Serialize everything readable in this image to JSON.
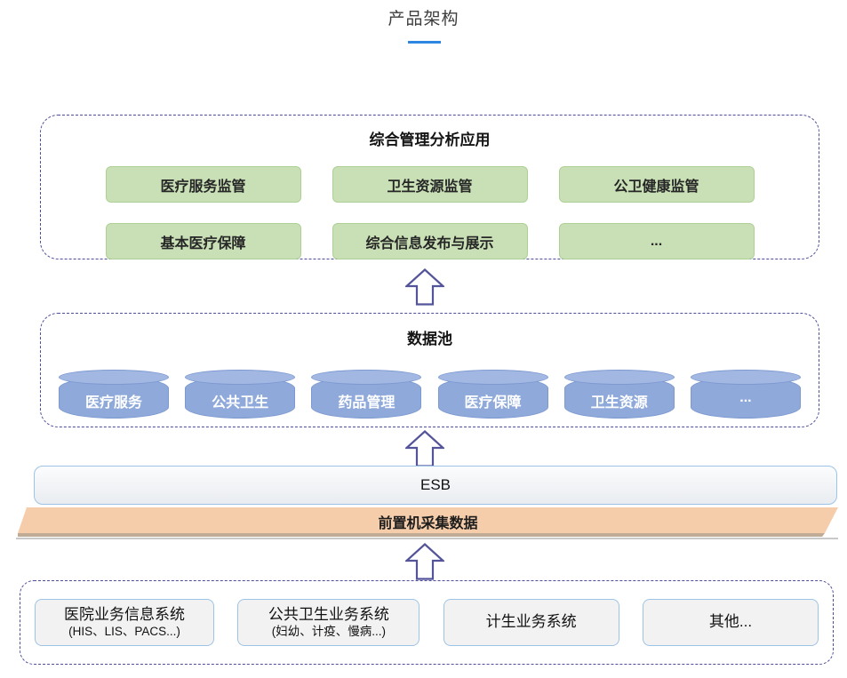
{
  "page": {
    "title": "产品架构"
  },
  "layers": {
    "app": {
      "title": "综合管理分析应用",
      "boxes_row1": [
        "医疗服务监管",
        "卫生资源监管",
        "公卫健康监管"
      ],
      "boxes_row2": [
        "基本医疗保障",
        "综合信息发布与展示",
        "..."
      ]
    },
    "data_pool": {
      "title": "数据池",
      "cylinders": [
        "医疗服务",
        "公共卫生",
        "药品管理",
        "医疗保障",
        "卫生资源",
        "..."
      ]
    },
    "esb": {
      "label": "ESB"
    },
    "frontend_collect": {
      "label": "前置机采集数据"
    },
    "source_systems": {
      "boxes": [
        {
          "line1": "医院业务信息系统",
          "line2": "(HIS、LIS、PACS...)"
        },
        {
          "line1": "公共卫生业务系统",
          "line2": "(妇幼、计疫、慢病...)"
        },
        {
          "line1": "计生业务系统",
          "line2": ""
        },
        {
          "line1": "其他...",
          "line2": ""
        }
      ]
    }
  },
  "colors": {
    "title_underline": "#2e86e0",
    "dashed_border": "#4d4d99",
    "green_box_fill": "#c9e0b6",
    "cylinder_fill": "#8ea9da",
    "cylinder_top_fill": "#a2b8e3",
    "esb_border": "#9dc3e6",
    "esb_fill": "#f0f2f5",
    "collector_fill": "#f6cdab",
    "source_box_fill": "#f2f2f2",
    "arrow_stroke": "#54549b"
  }
}
